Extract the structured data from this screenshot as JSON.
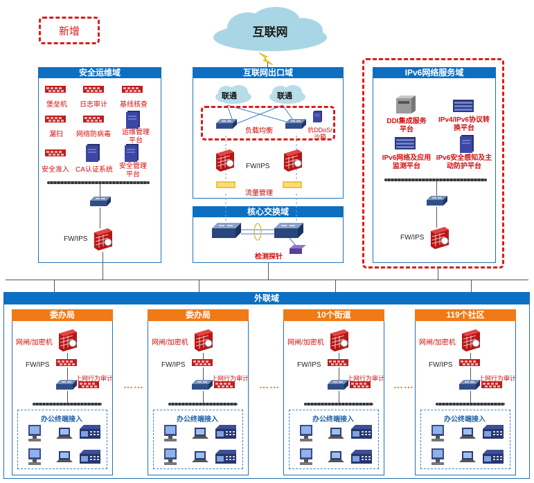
{
  "badge_new": "新增",
  "internet": "互联网",
  "zones": {
    "ops": {
      "title": "安全运维域",
      "items": [
        "堡垒机",
        "日志审计",
        "基线核查",
        "漏扫",
        "网络防病毒",
        "运维管理平台",
        "安全准入",
        "CA认证系统",
        "安全管理平台"
      ],
      "fw": "FW/IPS"
    },
    "egress": {
      "title": "互联网出口域",
      "isp1": "联通",
      "isp2": "联通",
      "lb": "负载均衡",
      "ddos": "抗DDoS/沙箱",
      "fw": "FW/IPS",
      "flow": "流量管理"
    },
    "core": {
      "title": "核心交换域",
      "probe": "检测探针"
    },
    "ipv6": {
      "title": "IPv6网络服务域",
      "items": [
        "DDI集成服务平台",
        "IPv4/IPv6协议转换平台",
        "IPv6网络及应用监测平台",
        "IPv6安全感知及主动防护平台"
      ],
      "fw": "FW/IPS"
    }
  },
  "extranet": {
    "title": "外联域",
    "branches": [
      {
        "title": "委办局",
        "gateway": "网闸/加密机",
        "fw": "FW/IPS",
        "audit": "上网行为审计",
        "office": "办公终端接入"
      },
      {
        "title": "委办局",
        "gateway": "网闸/加密机",
        "fw": "FW/IPS",
        "audit": "上网行为审计",
        "office": "办公终端接入"
      },
      {
        "title": "10个街道",
        "gateway": "网闸/加密机",
        "fw": "FW/IPS",
        "audit": "上网行为审计",
        "office": "办公终端接入"
      },
      {
        "title": "119个社区",
        "gateway": "网闸/加密机",
        "fw": "FW/IPS",
        "audit": "上网行为审计",
        "office": "办公终端接入"
      }
    ],
    "ellipsis": "……"
  },
  "colors": {
    "accent": "#0d6fc2",
    "alert": "#e01818",
    "branch": "#f07a16"
  }
}
